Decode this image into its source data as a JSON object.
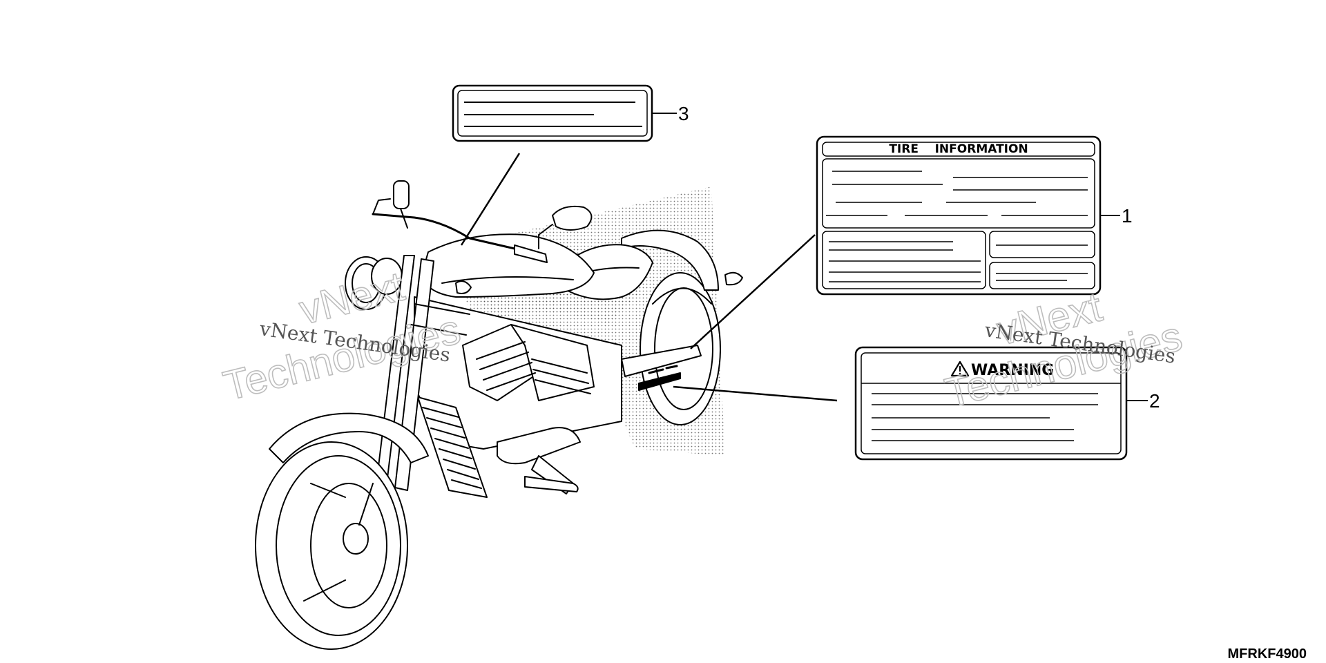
{
  "callouts": {
    "one": "1",
    "two": "2",
    "three": "3"
  },
  "labels": {
    "tire_info_title": "TIRE    INFORMATION",
    "warning_title": "WARNING"
  },
  "diagram_code": "MFRKF4900",
  "watermark": {
    "line_a": "vNext",
    "line_b": "Technologies",
    "mono": "vNext Technologies"
  },
  "icons": {
    "warning": "warning-triangle-icon"
  }
}
